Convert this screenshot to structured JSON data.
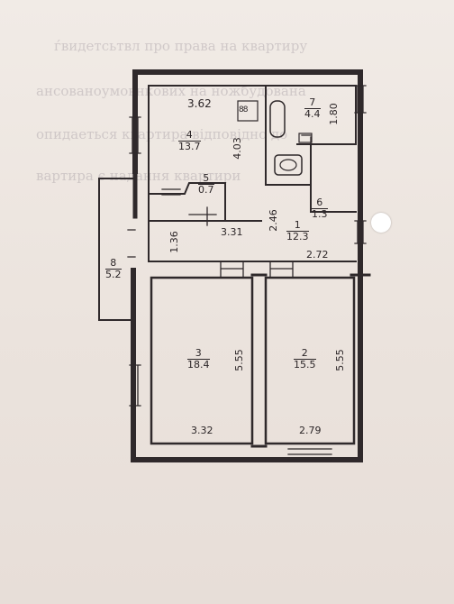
{
  "rooms": [
    {
      "number": "1",
      "area": "12.3"
    },
    {
      "number": "2",
      "area": "15.5"
    },
    {
      "number": "3",
      "area": "18.4"
    },
    {
      "number": "4",
      "area": "13.7"
    },
    {
      "number": "5",
      "area": "0.7"
    },
    {
      "number": "6",
      "area": "1.3"
    },
    {
      "number": "7",
      "area": "4.4"
    },
    {
      "number": "8",
      "area": "5.2"
    }
  ],
  "dimensions": {
    "kitchen_width": "3.62",
    "kitchen_depth": "4.03",
    "bath_depth": "1.80",
    "hall_width": "3.31",
    "hall_depth": "2.46",
    "hall_left": "1.36",
    "hall_right": "2.72",
    "room3_width": "3.32",
    "room3_depth": "5.55",
    "room2_width": "2.79",
    "room2_depth": "5.55"
  },
  "stove_label": "88"
}
